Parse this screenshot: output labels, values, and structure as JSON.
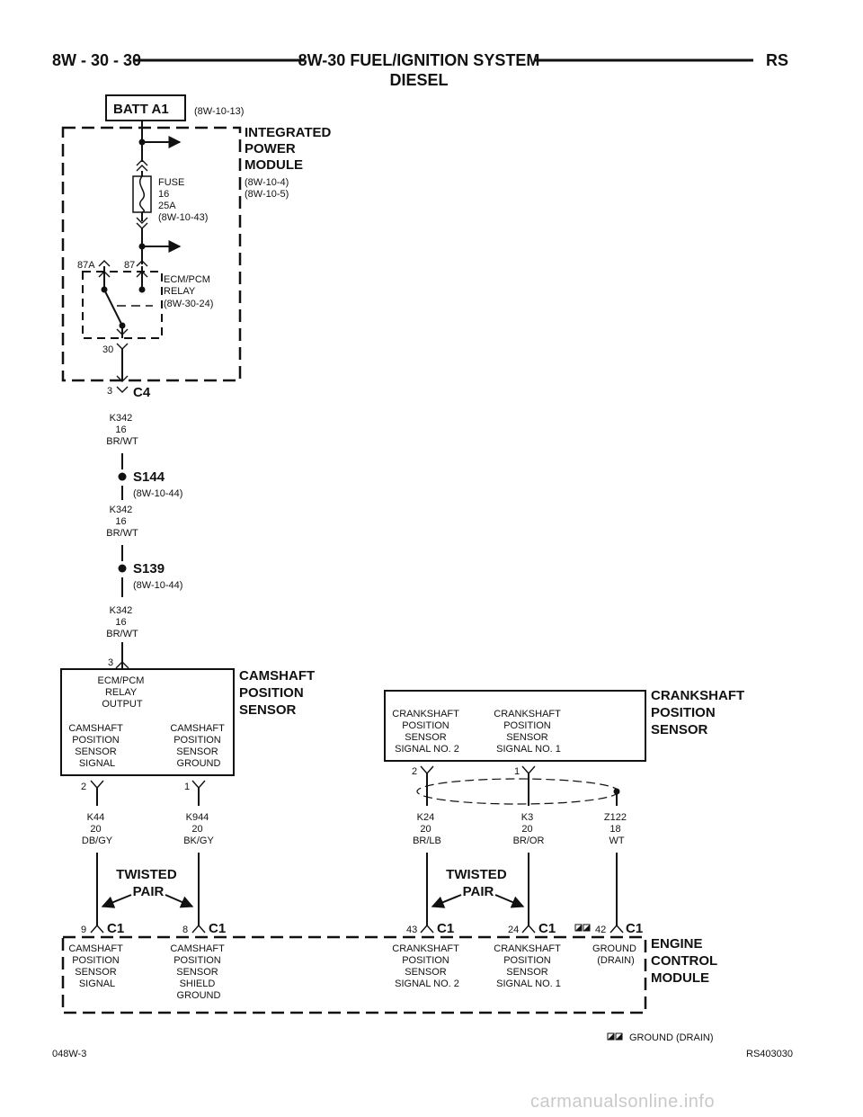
{
  "header": {
    "left": "8W - 30 - 30",
    "title": "8W-30 FUEL/IGNITION SYSTEM",
    "subtitle": "DIESEL",
    "right": "RS"
  },
  "footer": {
    "left": "048W-3",
    "right": "RS403030",
    "legend_label": "GROUND (DRAIN)",
    "watermark": "carmanualsonline.info"
  },
  "batt": {
    "label": "BATT A1",
    "ref": "(8W-10-13)"
  },
  "ipm": {
    "name_lines": [
      "INTEGRATED",
      "POWER",
      "MODULE"
    ],
    "refs": [
      "(8W-10-4)",
      "(8W-10-5)"
    ],
    "fuse_lines": [
      "FUSE",
      "16",
      "25A",
      "(8W-10-43)"
    ],
    "relay_lines": [
      "ECM/PCM",
      "RELAY",
      "(8W-30-24)"
    ],
    "pin_87a": "87A",
    "pin_87": "87",
    "pin_30": "30",
    "conn_pin": "3",
    "conn": "C4"
  },
  "wire_k342": {
    "circuit": "K342",
    "gauge": "16",
    "color": "BR/WT"
  },
  "splices": [
    {
      "label": "S144",
      "ref": "(8W-10-44)"
    },
    {
      "label": "S139",
      "ref": "(8W-10-44)"
    }
  ],
  "cam_sensor": {
    "name_lines": [
      "CAMSHAFT",
      "POSITION",
      "SENSOR"
    ],
    "top_pin": "3",
    "relay_output_lines": [
      "ECM/PCM",
      "RELAY",
      "OUTPUT"
    ],
    "signal_lines": [
      "CAMSHAFT",
      "POSITION",
      "SENSOR",
      "SIGNAL"
    ],
    "ground_lines": [
      "CAMSHAFT",
      "POSITION",
      "SENSOR",
      "GROUND"
    ],
    "pin_signal": "2",
    "pin_ground": "1"
  },
  "crank_sensor": {
    "name_lines": [
      "CRANKSHAFT",
      "POSITION",
      "SENSOR"
    ],
    "sig2_lines": [
      "CRANKSHAFT",
      "POSITION",
      "SENSOR",
      "SIGNAL NO. 2"
    ],
    "sig1_lines": [
      "CRANKSHAFT",
      "POSITION",
      "SENSOR",
      "SIGNAL NO. 1"
    ],
    "pin_sig2": "2",
    "pin_sig1": "1"
  },
  "wires": [
    {
      "circuit": "K44",
      "gauge": "20",
      "color": "DB/GY"
    },
    {
      "circuit": "K944",
      "gauge": "20",
      "color": "BK/GY"
    },
    {
      "circuit": "K24",
      "gauge": "20",
      "color": "BR/LB"
    },
    {
      "circuit": "K3",
      "gauge": "20",
      "color": "BR/OR"
    },
    {
      "circuit": "Z122",
      "gauge": "18",
      "color": "WT"
    }
  ],
  "twisted_pair": {
    "line1": "TWISTED",
    "line2": "PAIR"
  },
  "ecm": {
    "name_lines": [
      "ENGINE",
      "CONTROL",
      "MODULE"
    ],
    "conn": "C1",
    "pins": [
      "9",
      "8",
      "43",
      "24",
      "42"
    ],
    "labels": [
      [
        "CAMSHAFT",
        "POSITION",
        "SENSOR",
        "SIGNAL"
      ],
      [
        "CAMSHAFT",
        "POSITION",
        "SENSOR",
        "SHIELD",
        "GROUND"
      ],
      [
        "CRANKSHAFT",
        "POSITION",
        "SENSOR",
        "SIGNAL NO. 2"
      ],
      [
        "CRANKSHAFT",
        "POSITION",
        "SENSOR",
        "SIGNAL NO. 1"
      ],
      [
        "GROUND",
        "(DRAIN)"
      ]
    ]
  }
}
